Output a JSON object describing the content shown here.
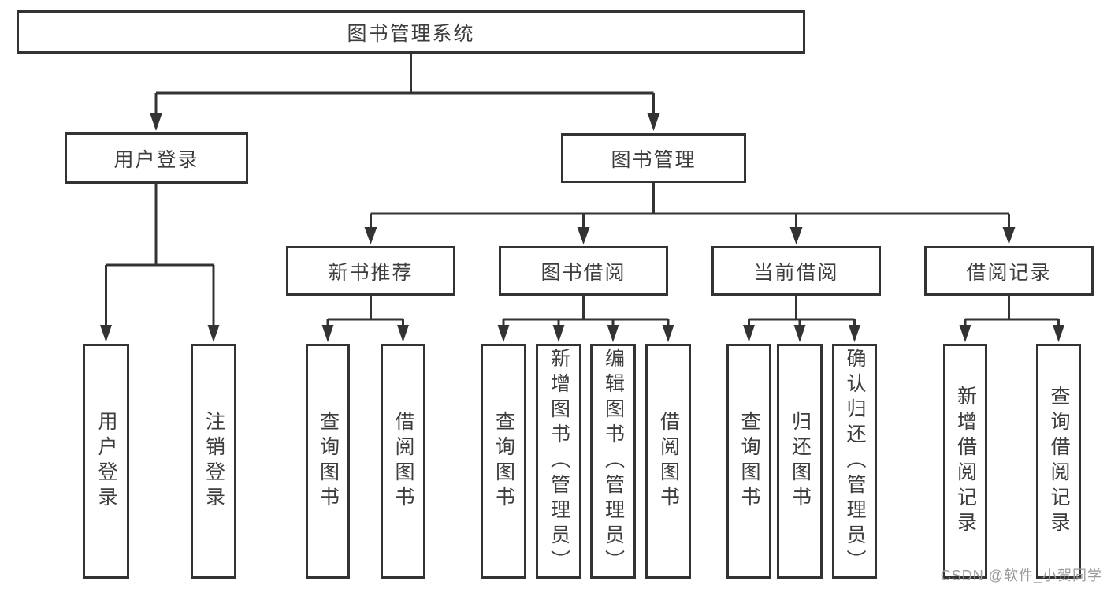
{
  "diagram_title": "图书管理系统",
  "tree": {
    "label": "图书管理系统",
    "children": [
      {
        "label": "用户登录",
        "children": [
          {
            "label": "用户登录"
          },
          {
            "label": "注销登录"
          }
        ]
      },
      {
        "label": "图书管理",
        "children": [
          {
            "label": "新书推荐",
            "children": [
              {
                "label": "查询图书"
              },
              {
                "label": "借阅图书"
              }
            ]
          },
          {
            "label": "图书借阅",
            "children": [
              {
                "label": "查询图书"
              },
              {
                "label": "新增图书（管理员）"
              },
              {
                "label": "编辑图书（管理员）"
              },
              {
                "label": "借阅图书"
              }
            ]
          },
          {
            "label": "当前借阅",
            "children": [
              {
                "label": "查询图书"
              },
              {
                "label": "归还图书"
              },
              {
                "label": "确认归还（管理员）"
              }
            ]
          },
          {
            "label": "借阅记录",
            "children": [
              {
                "label": "新增借阅记录"
              },
              {
                "label": "查询借阅记录"
              }
            ]
          }
        ]
      }
    ]
  },
  "watermark": "CSDN @软件_小贺同学",
  "colors": {
    "line": "#333333",
    "box_border": "#333333",
    "text": "#3d3d3d",
    "watermark": "#9b9b9b",
    "background": "#ffffff"
  }
}
